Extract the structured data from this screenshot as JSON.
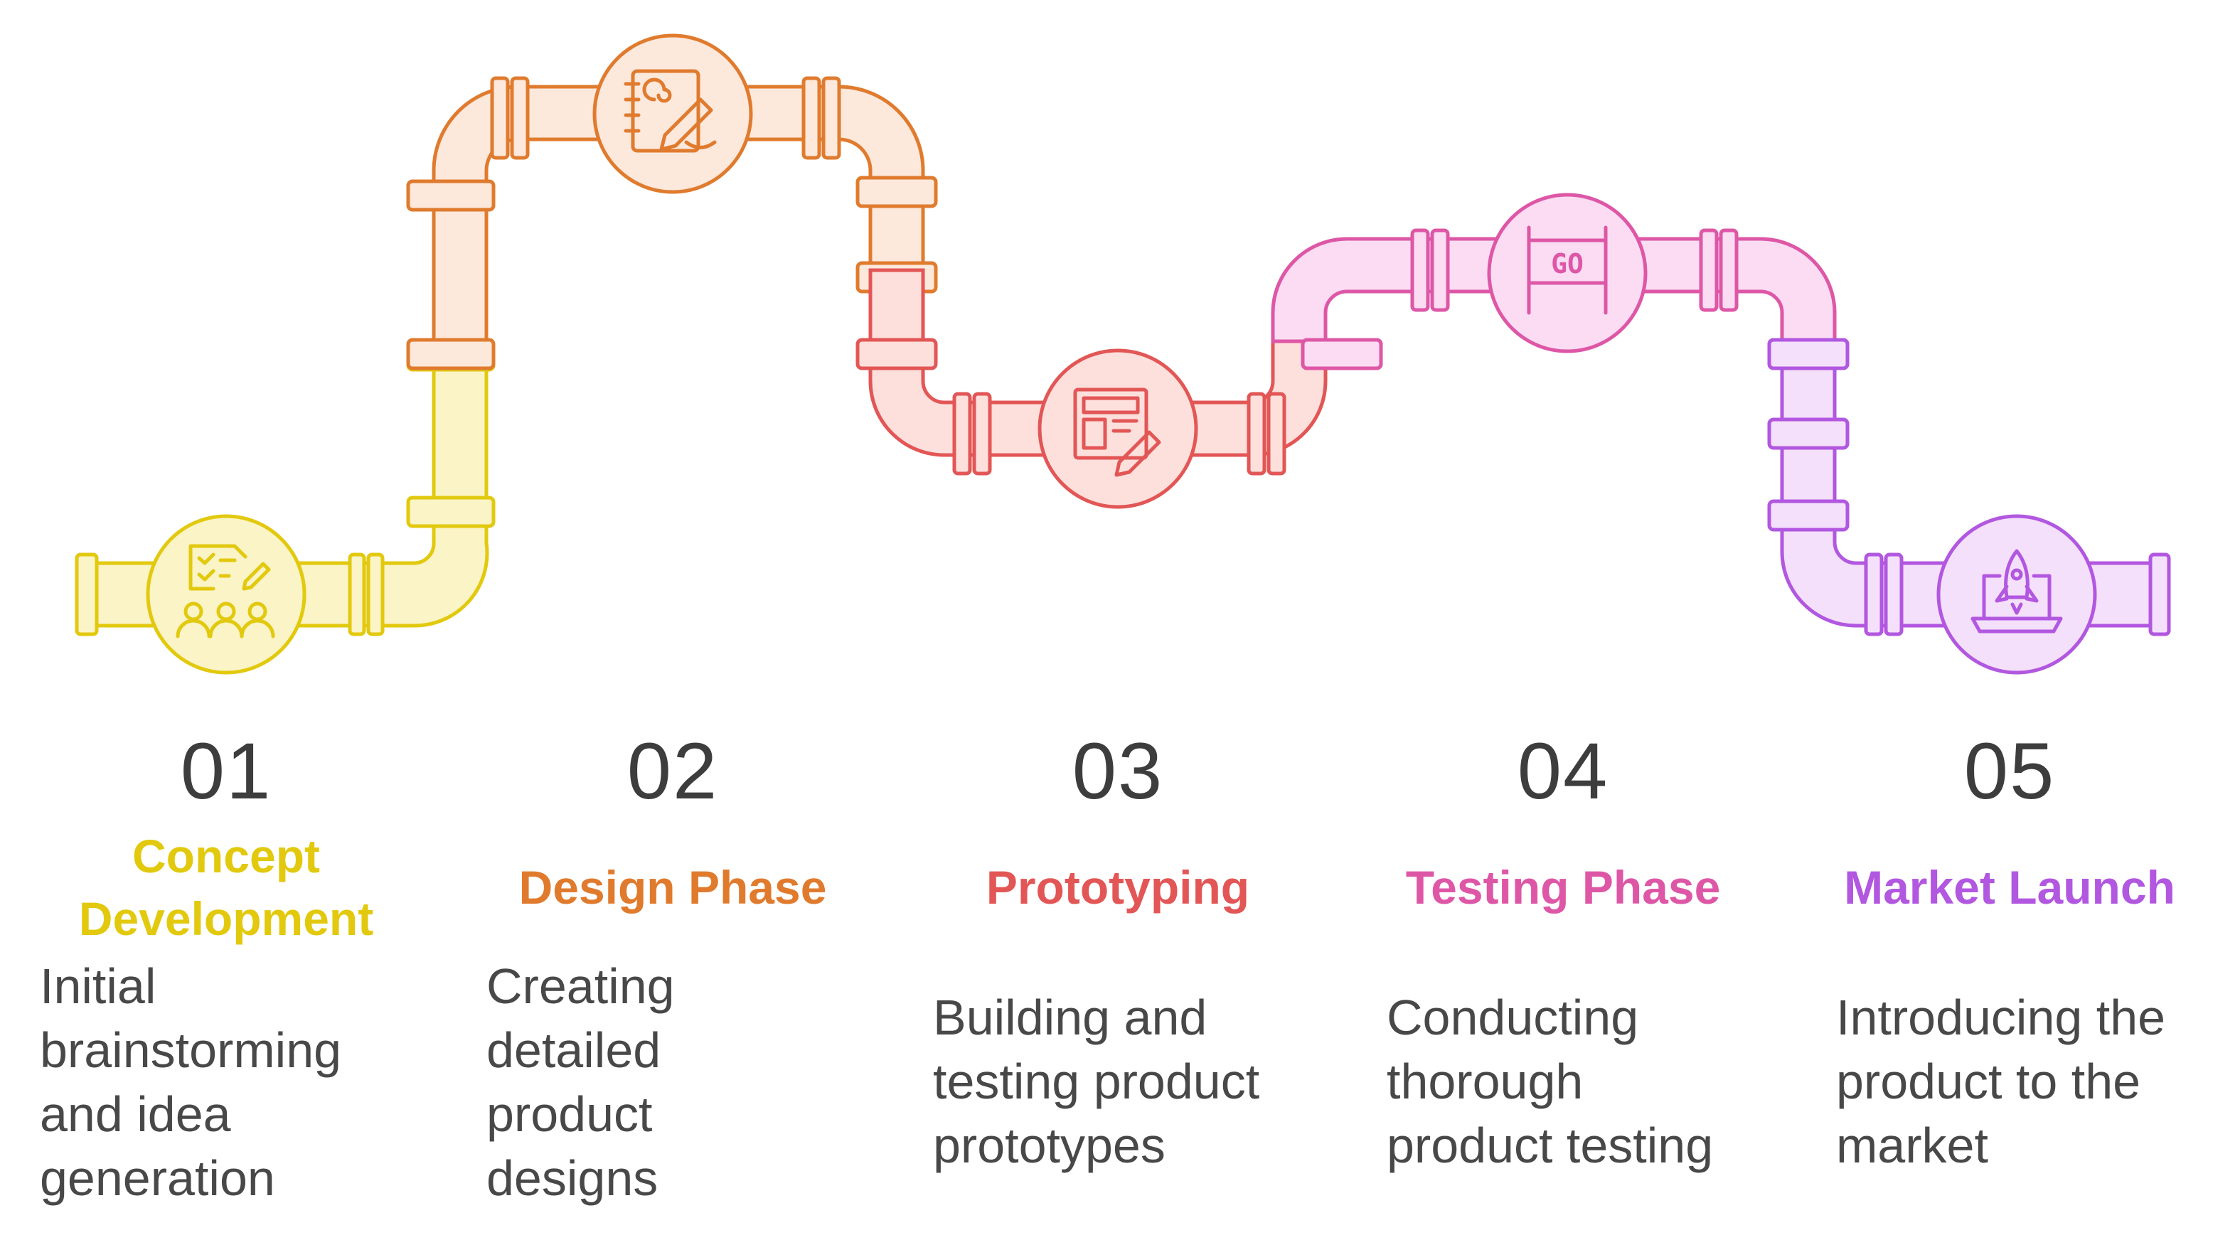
{
  "steps": [
    {
      "number": "01",
      "title_lines": [
        "Concept",
        "Development"
      ],
      "desc_lines": [
        "Initial",
        "brainstorming",
        "and idea",
        "generation"
      ],
      "color": "#e2c90e",
      "icon": "brainstorm-team-icon"
    },
    {
      "number": "02",
      "title_lines": [
        "Design Phase"
      ],
      "desc_lines": [
        "Creating",
        "detailed",
        "product",
        "designs"
      ],
      "color": "#e07b2e",
      "icon": "sketchbook-pen-icon"
    },
    {
      "number": "03",
      "title_lines": [
        "Prototyping"
      ],
      "desc_lines": [
        "Building and",
        "testing product",
        "prototypes"
      ],
      "color": "#e35656",
      "icon": "wireframe-pencil-icon"
    },
    {
      "number": "04",
      "title_lines": [
        "Testing Phase"
      ],
      "desc_lines": [
        "Conducting",
        "thorough",
        "product testing"
      ],
      "color": "#de57a6",
      "icon": "go-sign-icon"
    },
    {
      "number": "05",
      "title_lines": [
        "Market Launch"
      ],
      "desc_lines": [
        "Introducing the",
        "product to the",
        "market"
      ],
      "color": "#b257e0",
      "icon": "rocket-laptop-icon"
    }
  ],
  "go_sign_text": "GO"
}
